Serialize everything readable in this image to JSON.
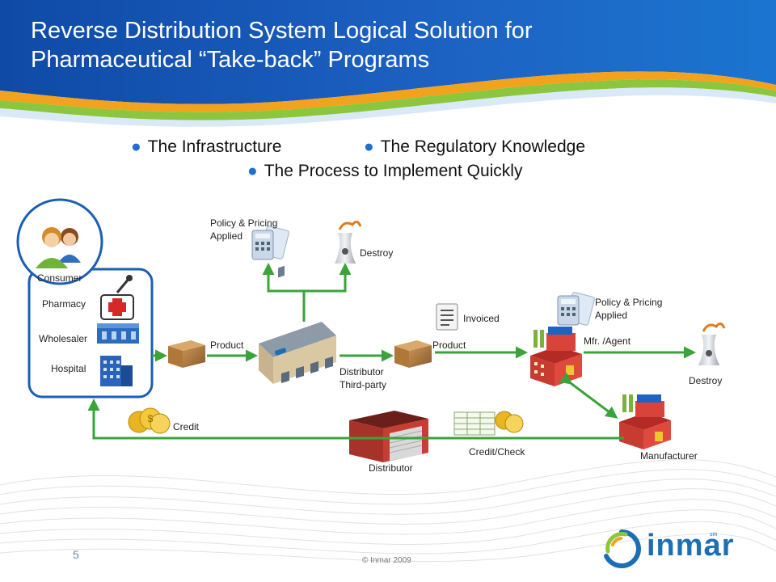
{
  "title": {
    "line1": "Reverse Distribution System Logical Solution for",
    "line2": "Pharmaceutical “Take-back” Programs"
  },
  "bullets": {
    "infrastructure": "The Infrastructure",
    "regulatory": "The Regulatory Knowledge",
    "process": "The Process to Implement Quickly"
  },
  "diagram": {
    "consumer": "Consumer",
    "pharmacy": "Pharmacy",
    "wholesaler": "Wholesaler",
    "hospital": "Hospital",
    "product_left": "Product",
    "product_right": "Product",
    "policy_top_1": "Policy & Pricing",
    "policy_top_2": "Applied",
    "destroy_top": "Destroy",
    "distributor_third_1": "Distributor",
    "distributor_third_2": "Third-party",
    "invoiced": "Invoiced",
    "policy_right_1": "Policy & Pricing",
    "policy_right_2": "Applied",
    "mfr_agent": "Mfr. /Agent",
    "destroy_right": "Destroy",
    "manufacturer": "Manufacturer",
    "credit": "Credit",
    "credit_check": "Credit/Check",
    "distributor": "Distributor"
  },
  "footer": {
    "page_number": "5",
    "copyright": "© Inmar 2009",
    "logo": "inmar",
    "logo_mark": "sm"
  },
  "colors": {
    "arrow_green": "#3aa43a",
    "header_blue": "#1558b0",
    "header_orange": "#f2a21c",
    "header_green": "#8cc63f",
    "logo_blue": "#1c6fb5"
  }
}
